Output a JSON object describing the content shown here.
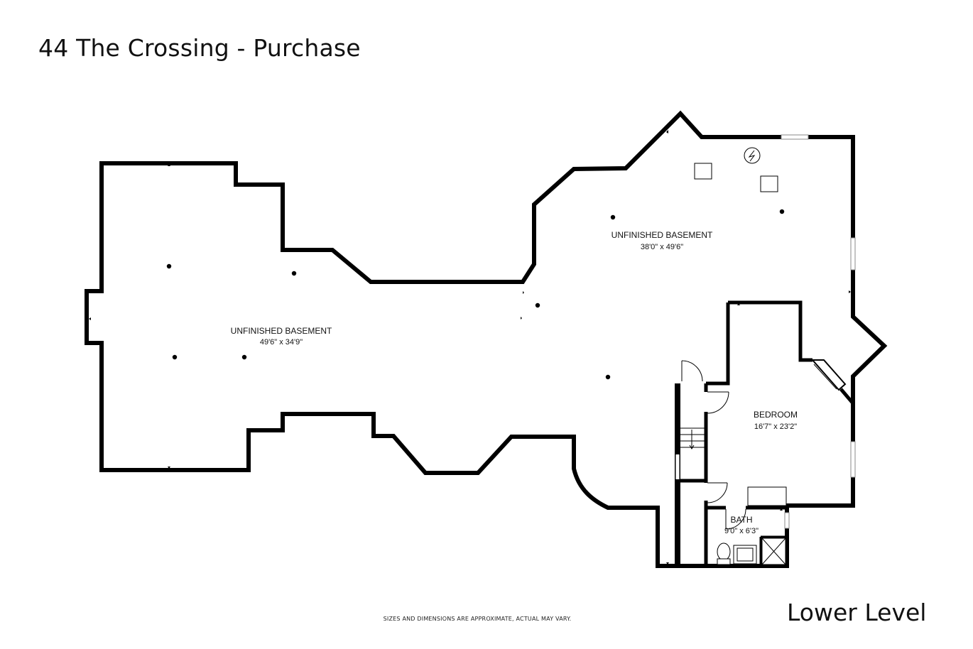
{
  "header": {
    "title": "44 The Crossing - Purchase"
  },
  "footer": {
    "level": "Lower Level",
    "disclaimer": "SIZES AND DIMENSIONS ARE APPROXIMATE, ACTUAL MAY VARY."
  },
  "rooms": {
    "west_basement": {
      "name": "UNFINISHED BASEMENT",
      "dimensions": "49'6\" x 34'9\""
    },
    "east_basement": {
      "name": "UNFINISHED BASEMENT",
      "dimensions": "38'0\" x 49'6\""
    },
    "bedroom": {
      "name": "BEDROOM",
      "dimensions": "16'7\" x 23'2\""
    },
    "bath": {
      "name": "BATH",
      "dimensions": "9'0\" x 6'3\""
    }
  },
  "colors": {
    "wall": "#000000",
    "background": "#ffffff",
    "window": "#9a9a9a"
  }
}
